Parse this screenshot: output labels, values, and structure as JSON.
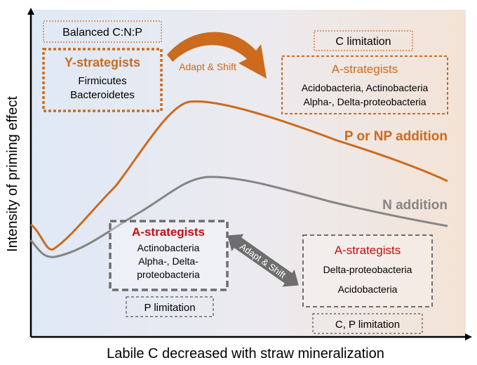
{
  "axes": {
    "ylabel": "Intensity of priming effect",
    "xlabel": "Labile C decreased with straw mineralization"
  },
  "colors": {
    "orange": "#cc6a1d",
    "gray": "#858585",
    "dark_gray": "#6e6e6e",
    "red": "#c01010",
    "bg_left": "#dfe9f6",
    "bg_right": "#f3e3d5"
  },
  "curves": {
    "orange_label": "P or NP addition",
    "gray_label": "N addition"
  },
  "top_left": {
    "condition": "Balanced C:N:P",
    "strategy": "Y-strategists",
    "taxa": [
      "Firmicutes",
      "Bacteroidetes"
    ]
  },
  "top_arrow": {
    "label": "Adapt & Shift"
  },
  "top_right": {
    "condition": "C limitation",
    "strategy": "A-strategists",
    "taxa": [
      "Acidobacteria, Actinobacteria",
      "Alpha-, Delta-proteobacteria"
    ]
  },
  "bottom_left": {
    "strategy": "A-strategists",
    "taxa": [
      "Actinobacteria",
      "Alpha-, Delta-",
      "proteobacteria"
    ],
    "condition": "P limitation"
  },
  "bottom_arrow": {
    "label": "Adapt & Shift"
  },
  "bottom_right": {
    "strategy": "A-strategists",
    "taxa": [
      "Delta-proteobacteria",
      "Acidobacteria"
    ],
    "condition": "C, P limitation"
  }
}
